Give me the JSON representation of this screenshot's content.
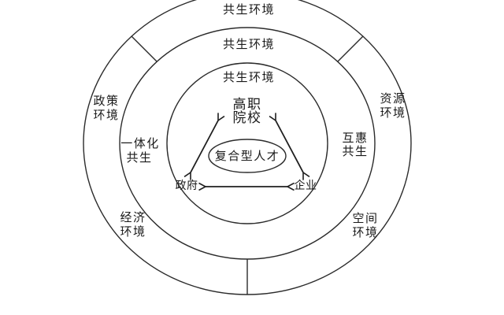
{
  "colors": {
    "background": "#ffffff",
    "line": "#2b2b2b",
    "text": "#1a1a1a"
  },
  "ring_labels": {
    "outer_top": "共生环境",
    "middle_top": "共生环境",
    "inner_top": "共生环境"
  },
  "outer_ring": {
    "upper_left": [
      "政策",
      "环境"
    ],
    "upper_right": [
      "资源",
      "环境"
    ],
    "lower_left": [
      "经济",
      "环境"
    ],
    "lower_right": [
      "空间",
      "环境"
    ]
  },
  "middle_ring": {
    "left": [
      "一体化",
      "共生"
    ],
    "right": [
      "互惠",
      "共生"
    ]
  },
  "core": {
    "college": [
      "高职",
      "院校"
    ],
    "talent": "复合型人才",
    "government": "政府",
    "enterprise": "企业"
  }
}
